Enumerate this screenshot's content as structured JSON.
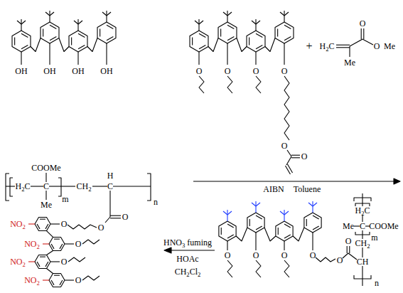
{
  "diagram": {
    "labels": [
      "OH",
      "OH",
      "OH",
      "OH",
      "O",
      "O",
      "O",
      "O",
      "O",
      "O",
      "+",
      "H2C",
      "Me",
      "O",
      "O",
      "Me",
      "AIBN",
      "Toluene",
      "O",
      "O",
      "O",
      "O",
      "O",
      "O",
      "CH",
      "CH2",
      "C",
      "Me",
      "COOMe",
      "H2C",
      "m",
      "n",
      "HNO3 fuming",
      "HOAc",
      "CH2Cl2",
      "COOMe",
      "H2C",
      "C",
      "Me",
      "m",
      "CH2",
      "C",
      "H",
      "n",
      "O",
      "O",
      "O",
      "O",
      "O",
      "O",
      "NO2",
      "NO2",
      "NO2",
      "NO2"
    ]
  }
}
